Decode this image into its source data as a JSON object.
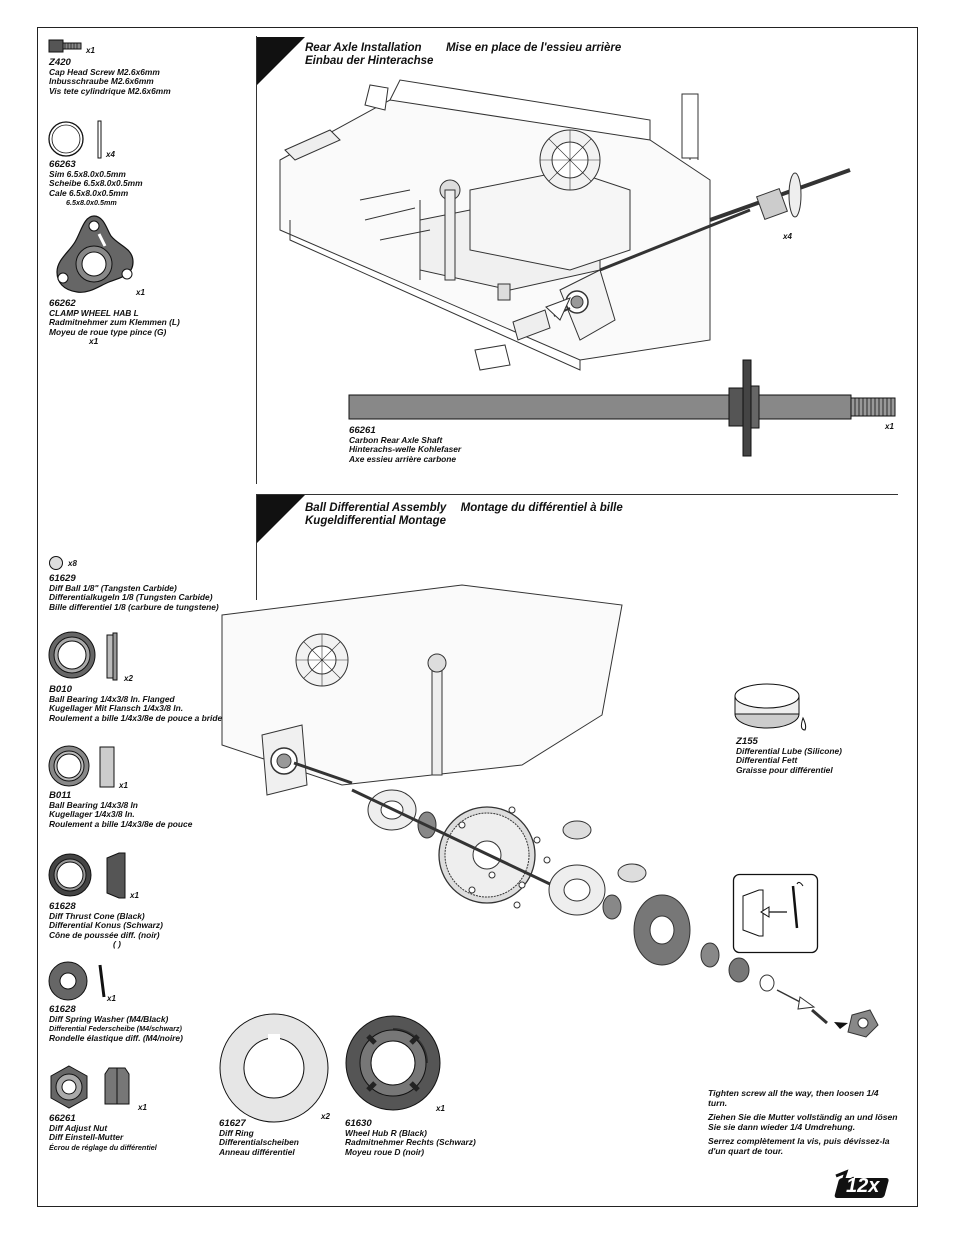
{
  "parts": {
    "z420": {
      "qty": "x1",
      "number": "Z420",
      "en": "Cap Head Screw M2.6x6mm",
      "de": "Inbusschraube M2.6x6mm",
      "fr": "Vis tete cylindrique M2.6x6mm"
    },
    "p66263": {
      "qty": "x4",
      "number": "66263",
      "en": "Sim 6.5x8.0x0.5mm",
      "de": "Scheibe 6.5x8.0x0.5mm",
      "fr": "Cale 6.5x8.0x0.5mm",
      "extra": "6.5x8.0x0.5mm"
    },
    "p66262": {
      "qty": "x1",
      "number": "66262",
      "en": "CLAMP WHEEL HAB L",
      "de": "Radmitnehmer zum Klemmen (L)",
      "fr": "Moyeu de roue type pince (G)",
      "extra": "x1"
    },
    "p61629": {
      "qty": "x8",
      "number": "61629",
      "en": "Diff Ball 1/8\" (Tangsten Carbide)",
      "de": "Differentialkugeln 1/8 (Tungsten Carbide)",
      "fr": "Bille differentiel 1/8 (carbure de tungstene)"
    },
    "b010": {
      "qty": "x2",
      "number": "B010",
      "en": "Ball Bearing 1/4x3/8 In. Flanged",
      "de": "Kugellager Mit Flansch 1/4x3/8 In.",
      "fr": "Roulement a bille 1/4x3/8e de pouce a bride"
    },
    "b011": {
      "qty": "x1",
      "number": "B011",
      "en": "Ball Bearing 1/4x3/8 In",
      "de": "Kugellager 1/4x3/8 In.",
      "fr": "Roulement a bille 1/4x3/8e de pouce"
    },
    "p61628a": {
      "qty": "x1",
      "number": "61628",
      "en": "Diff Thrust Cone (Black)",
      "de": "Differential Konus (Schwarz)",
      "fr": "Cône de poussée diff. (noir)",
      "extra": "(          )"
    },
    "p61628b": {
      "qty": "x1",
      "number": "61628",
      "en": "Diff Spring Washer (M4/Black)",
      "de": "Differential Federscheibe (M4/schwarz)",
      "fr": "Rondelle élastique diff. (M4/noire)"
    },
    "p66261nut": {
      "qty": "x1",
      "number": "66261",
      "en": "Diff Adjust Nut",
      "de": "Diff Einstell-Mutter",
      "fr": "Écrou de réglage du différentiel"
    },
    "p61627": {
      "qty": "x2",
      "number": "61627",
      "en": "Diff Ring",
      "de": "Differentialscheiben",
      "fr": "Anneau différentiel"
    },
    "p61630": {
      "qty": "x1",
      "number": "61630",
      "en": "Wheel Hub R (Black)",
      "de": "Radmitnehmer Rechts (Schwarz)",
      "fr": "Moyeu roue D (noir)"
    },
    "p66261shaft": {
      "qty": "x1",
      "number": "66261",
      "en": "Carbon Rear Axle Shaft",
      "de": "Hinterachs-welle Kohlefaser",
      "fr": "Axe essieu arrière carbone"
    },
    "z155": {
      "number": "Z155",
      "en": "Differential Lube (Silicone)",
      "de": "Differential Fett",
      "fr": "Graisse pour différentiel"
    }
  },
  "sections": {
    "rear_axle": {
      "title_en": "Rear Axle Installation",
      "title_fr": "Mise en place de l'essieu arrière",
      "title_de": "Einbau der Hinterachse",
      "callout_qty": "x4"
    },
    "ball_diff": {
      "title_en": "Ball Differential Assembly",
      "title_fr": "Montage du différentiel à bille",
      "title_de": "Kugeldifferential Montage"
    }
  },
  "note": {
    "en": "Tighten screw all the way, then loosen 1/4 turn.",
    "de": "Ziehen Sie die Mutter vollständig an und lösen Sie sie dann wieder 1/4 Umdrehung.",
    "fr": "Serrez complètement la vis, puis dévissez-la d'un quart de tour."
  },
  "logo": {
    "text": "12x"
  }
}
